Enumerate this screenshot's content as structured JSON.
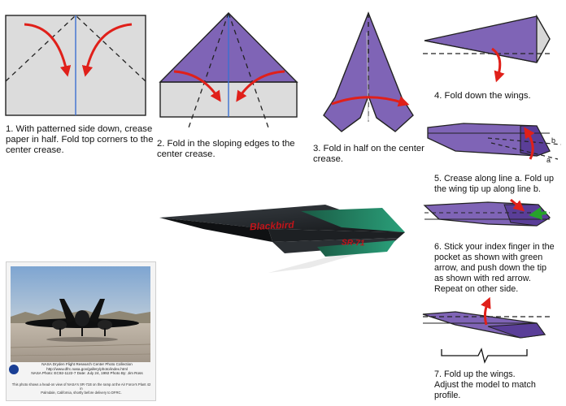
{
  "steps": [
    {
      "id": 1,
      "text": "1. With patterned side down, crease\npaper in half. Fold top corners to the\ncenter crease."
    },
    {
      "id": 2,
      "text": "2. Fold in the sloping edges to the\ncenter crease."
    },
    {
      "id": 3,
      "text": "3. Fold in half on the center\ncrease."
    },
    {
      "id": 4,
      "text": "4. Fold down the wings."
    },
    {
      "id": 5,
      "text": "5. Crease along line a. Fold up\nthe wing tip up along line b."
    },
    {
      "id": 6,
      "text": "6. Stick your index finger in the\npocket as shown with green\narrow, and push down the tip\nas shown with red arrow.\nRepeat on other side."
    },
    {
      "id": 7,
      "text": "7. Fold up the wings.\nAdjust the model to match\nprofile."
    }
  ],
  "plane_labels": {
    "name": "Blackbird",
    "code": "SR-71"
  },
  "line_labels": {
    "a": "a",
    "b": "b"
  },
  "photo": {
    "caption": "NASA Dryden Flight Research Center Photo Collection\nhttp://www.dfrc.nasa.gov/gallery/photo/index.html\nNASA Photo: EC92-1122-7  Date: July 24, 1992  Photo By: Jim Ross",
    "footer": "This photo shows a head-on view of NASA's SR-71B on the ramp at the Air Force's Plant 42 in\nPalmdale, California, shortly before delivery to DFRC.",
    "logo": "nasa-logo"
  },
  "colors": {
    "purple": "#7f64b6",
    "paper_gray": "#dcdcdc",
    "arrow_red": "#e0201a",
    "crease_blue": "#3b6fd0",
    "plane_green": "#1f8a62",
    "plane_red_text": "#c0141a"
  }
}
